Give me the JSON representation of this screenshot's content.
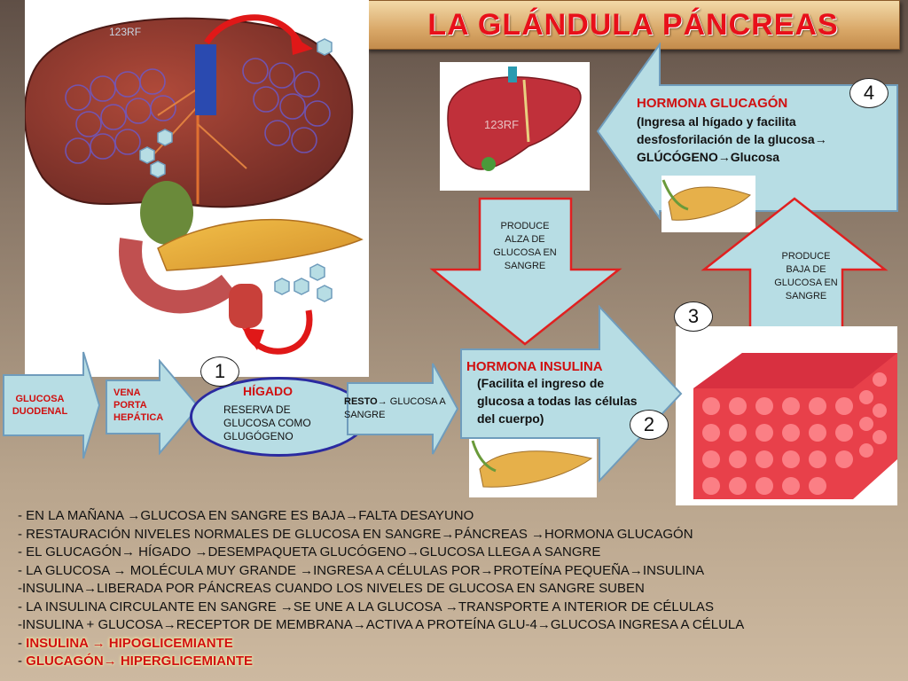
{
  "title": "LA GLÁNDULA  PÁNCREAS",
  "watermarks": [
    "123RF"
  ],
  "numbers": [
    "1",
    "2",
    "3",
    "4"
  ],
  "flow": {
    "glucosa_duodenal": "GLUCOSA DUODENAL",
    "vena_porta": "VENA PORTA HEPÁTICA",
    "higado_title": "HÍGADO",
    "higado_text": "RESERVA  DE GLUCOSA COMO GLUGÓGENO",
    "resto_bold": "RESTO",
    "resto_text": "GLUCOSA A SANGRE"
  },
  "insulina": {
    "title": "HORMONA INSULINA",
    "desc": "(Facilita el ingreso de glucosa a todas las células del cuerpo)"
  },
  "glucagon": {
    "title": "HORMONA GLUCAGÓN",
    "desc": "(Ingresa al hígado y facilita desfosforilación de la glucosa→ GLÚCÓGENO→Glucosa"
  },
  "down_arrow_text": "PRODUCE ALZA DE GLUCOSA EN SANGRE",
  "up_arrow_text": "PRODUCE BAJA DE GLUCOSA EN SANGRE",
  "bottom_lines": [
    "- EN LA MAÑANA →GLUCOSA EN SANGRE ES BAJA→FALTA DESAYUNO",
    "- RESTAURACIÓN  NIVELES NORMALES DE GLUCOSA EN SANGRE→PÁNCREAS →HORMONA GLUCAGÓN",
    "- EL GLUCAGÓN→ HÍGADO →DESEMPAQUETA GLUCÓGENO→GLUCOSA LLEGA A SANGRE",
    "- LA GLUCOSA → MOLÉCULA MUY GRANDE →INGRESA A CÉLULAS POR→PROTEÍNA PEQUEÑA→INSULINA",
    "-INSULINA→LIBERADA POR  PÁNCREAS CUANDO LOS  NIVELES DE GLUCOSA EN SANGRE SUBEN",
    "- LA INSULINA CIRCULANTE EN SANGRE →SE UNE A LA GLUCOSA →TRANSPORTE A INTERIOR  DE CÉLULAS",
    "-INSULINA + GLUCOSA→RECEPTOR  DE MEMBRANA→ACTIVA A PROTEÍNA GLU-4→GLUCOSA INGRESA A CÉLULA"
  ],
  "bottom_highlight": {
    "prefix": "- ",
    "line1": "INSULINA → HIPOGLICEMIANTE",
    "line2": "GLUCAGÓN→ HIPERGLICEMIANTE"
  },
  "colors": {
    "arrow_fill": "#b7dde4",
    "arrow_outline_blue": "#6f9cbc",
    "arrow_outline_red": "#e02020",
    "title_red": "#e8101a"
  }
}
